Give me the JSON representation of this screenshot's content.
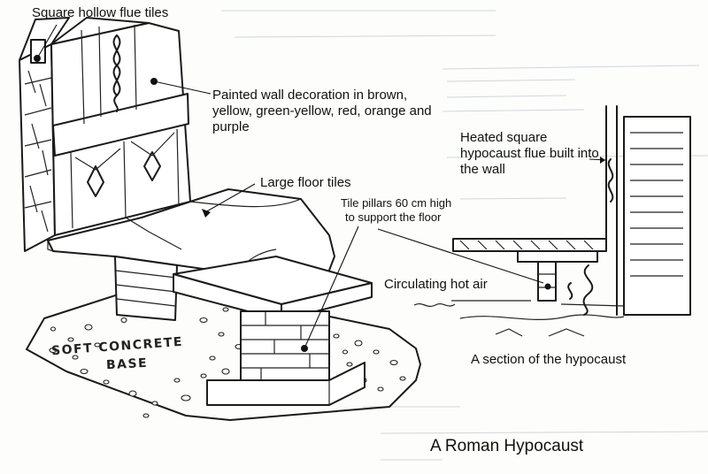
{
  "title": "A Roman Hypocaust",
  "labels": {
    "flue_tiles": "Square hollow flue tiles",
    "wall_decoration": "Painted wall decoration in brown, yellow, green-yellow, red, orange and purple",
    "floor_tiles": "Large floor tiles",
    "pillars_line1": "Tile pillars 60 cm high",
    "pillars_line2": "to support the floor",
    "heated_flue": "Heated square hypocaust flue built into the wall",
    "hot_air": "Circulating hot air",
    "concrete_line1": "SOFT CONCRETE",
    "concrete_line2": "BASE",
    "section_caption": "A section of the hypocaust"
  }
}
